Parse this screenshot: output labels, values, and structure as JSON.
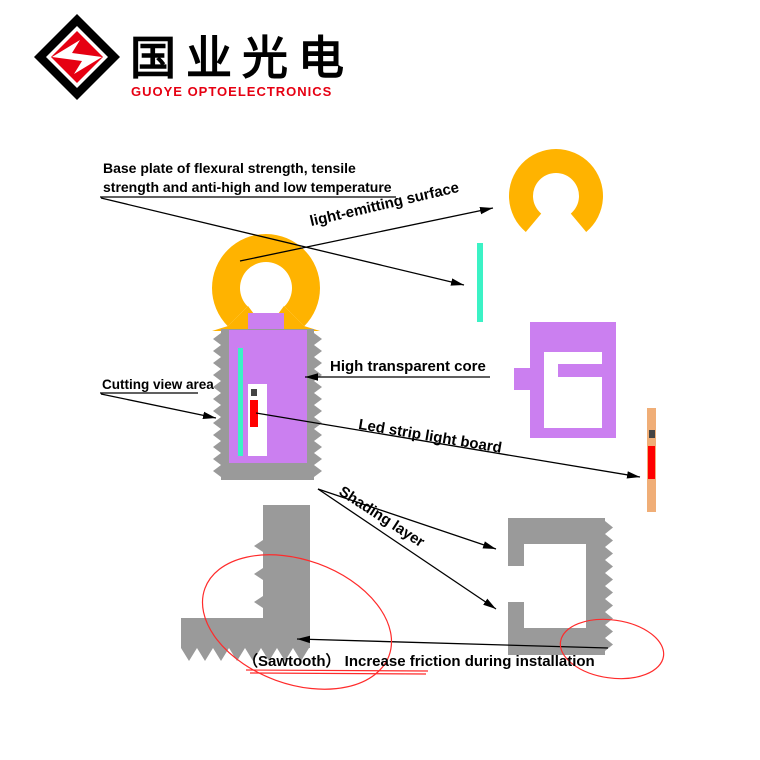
{
  "logo": {
    "brand_cn": "国业光电",
    "brand_en": "GUOYE OPTOELECTRONICS"
  },
  "labels": {
    "base_plate_line1": "Base plate of flexural strength, tensile",
    "base_plate_line2": "strength and anti-high and low temperature",
    "light_emitting_surface": "light-emitting surface",
    "high_transparent_core": "High transparent core",
    "cutting_view_area": "Cutting view area",
    "led_strip_light_board": "Led strip light board",
    "shading_layer": "Shading layer",
    "sawtooth_note": "（Sawtooth） Increase friction during installation"
  },
  "colors": {
    "brand_red": "#E60012",
    "ink_black": "#000000",
    "profile_gray": "#9A9A9A",
    "silicone_orange": "#FFB300",
    "core_purple": "#CB7FF0",
    "emitting_cyan": "#3BF2C5",
    "board_tan": "#F0AE77",
    "led_red": "#FF0000",
    "annotation_red": "#FF2B2B"
  }
}
